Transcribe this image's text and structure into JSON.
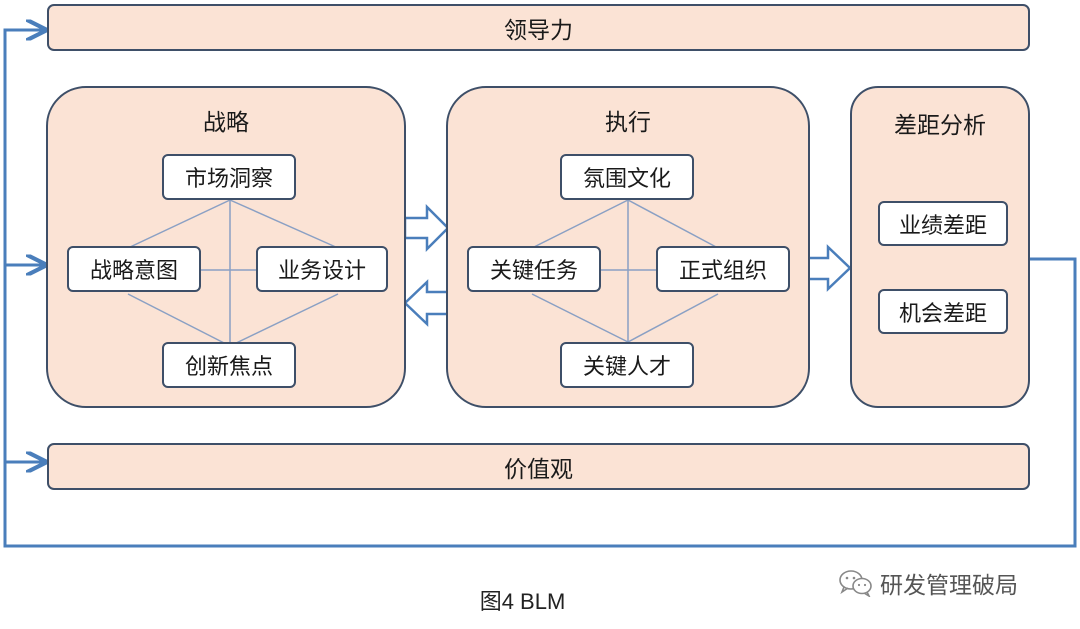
{
  "leadership": {
    "label": "领导力"
  },
  "values": {
    "label": "价值观"
  },
  "strategy": {
    "title": "战略",
    "nodes": {
      "top": "市场洞察",
      "left": "战略意图",
      "right": "业务设计",
      "bottom": "创新焦点"
    }
  },
  "execution": {
    "title": "执行",
    "nodes": {
      "top": "氛围文化",
      "left": "关键任务",
      "right": "正式组织",
      "bottom": "关键人才"
    }
  },
  "gap": {
    "title": "差距分析",
    "items": [
      "业绩差距",
      "机会差距"
    ]
  },
  "caption": "图4 BLM",
  "watermark": {
    "text": "研发管理破局",
    "icon": "wechat-icon"
  },
  "colors": {
    "fill": "#fbe3d5",
    "border": "#3e4f68",
    "connector": "#4a7ebb",
    "inner_lines": "#8aa0c4"
  }
}
